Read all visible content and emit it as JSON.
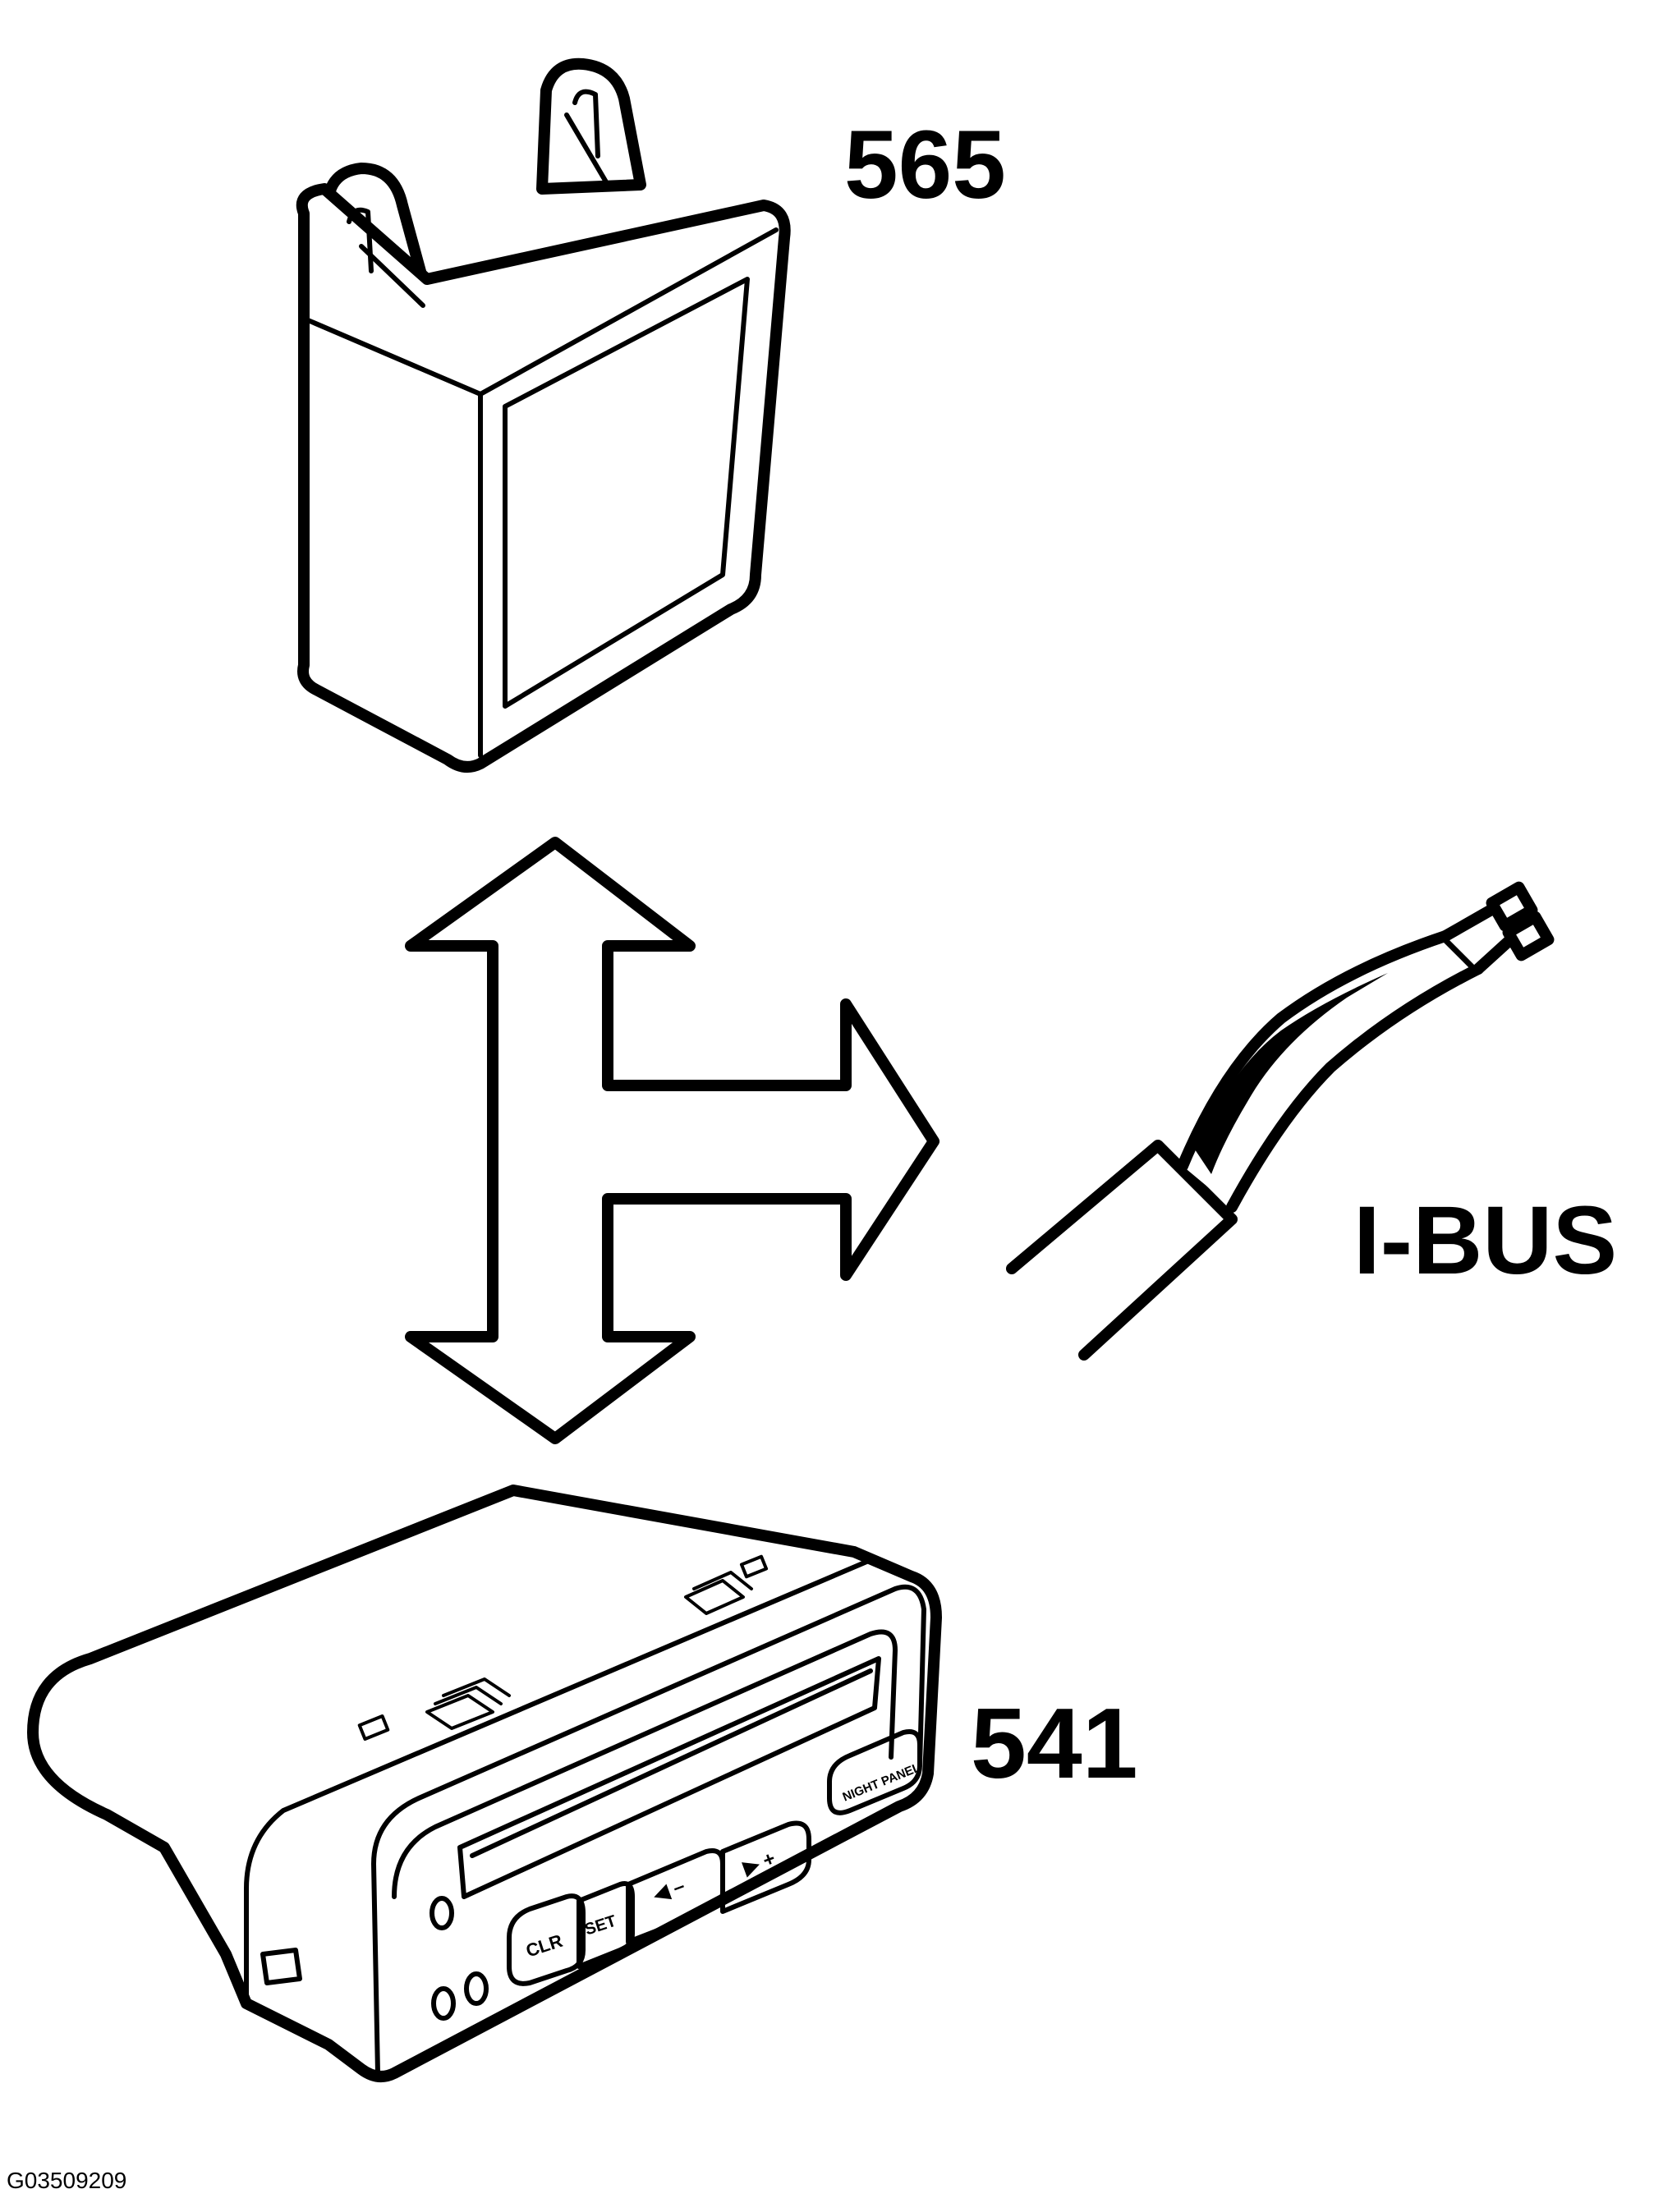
{
  "labels": {
    "module_top": "565",
    "bus": "I-BUS",
    "module_bottom": "541",
    "figure_code": "G03509209"
  },
  "panel_buttons": {
    "clear": "CLR",
    "set": "SET",
    "minus": "◀ –",
    "plus": "▶ +",
    "night_panel": "NIGHT PANEL"
  },
  "colors": {
    "line": "#000000",
    "background": "#ffffff"
  }
}
